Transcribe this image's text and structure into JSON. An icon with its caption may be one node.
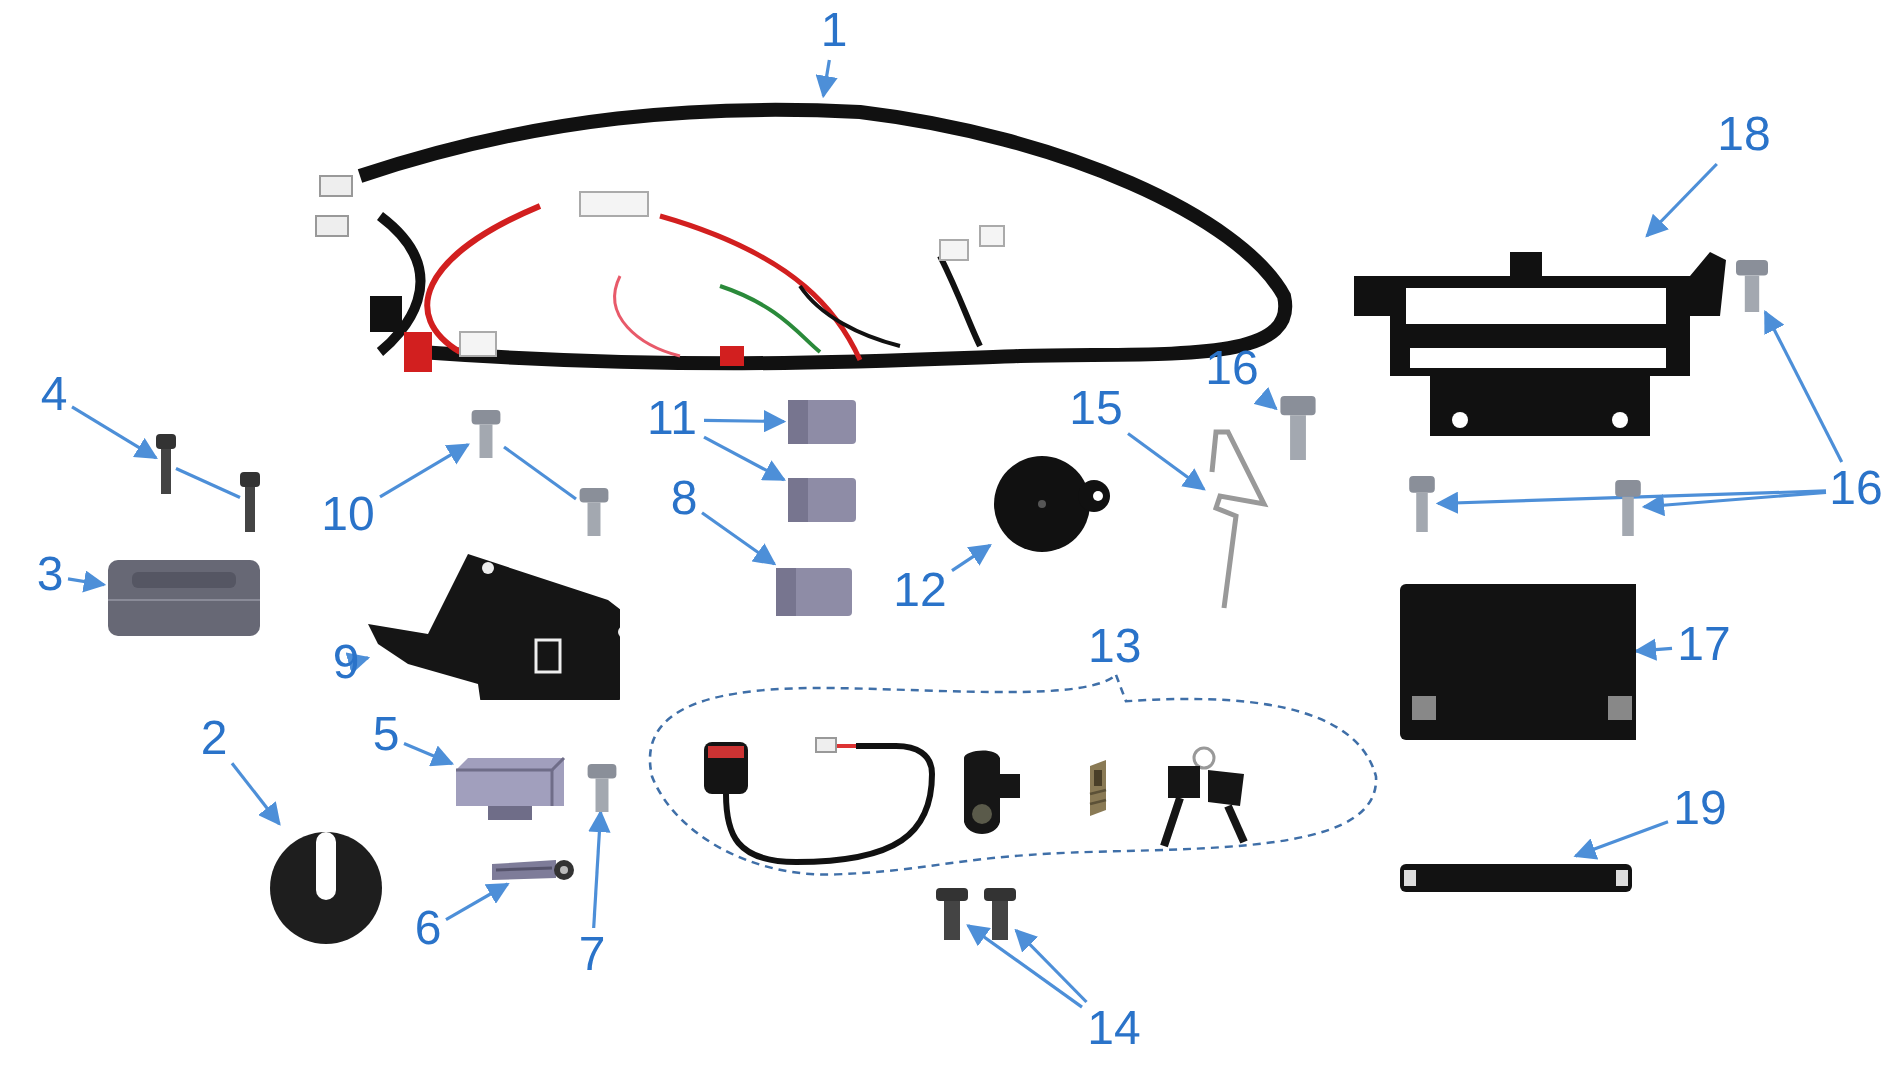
{
  "diagram": {
    "nodes": [
      {
        "text": [
          "1"
        ]
      },
      {
        "text": [],
        "shape": "picture"
      },
      {
        "text": [
          "18"
        ]
      },
      {
        "text": [],
        "shape": "picture"
      },
      {
        "text": [
          "16"
        ]
      },
      {
        "text": [],
        "shape": "picture"
      },
      {
        "text": [],
        "shape": "picture"
      },
      {
        "text": [],
        "shape": "picture"
      },
      {
        "text": [
          "16"
        ]
      },
      {
        "text": [],
        "shape": "picture"
      },
      {
        "text": [
          "15"
        ]
      },
      {
        "text": [],
        "shape": "picture"
      },
      {
        "text": [
          "4"
        ]
      },
      {
        "text": [],
        "shape": "picture"
      },
      {
        "text": [],
        "shape": "picture"
      },
      {
        "text": [
          "3"
        ]
      },
      {
        "text": [],
        "shape": "picture"
      },
      {
        "text": [
          "10"
        ]
      },
      {
        "text": [],
        "shape": "picture"
      },
      {
        "text": [],
        "shape": "picture"
      },
      {
        "text": [
          "11"
        ]
      },
      {
        "text": [],
        "shape": "picture"
      },
      {
        "text": [],
        "shape": "picture"
      },
      {
        "text": [
          "8"
        ]
      },
      {
        "text": [],
        "shape": "picture"
      },
      {
        "text": [
          "9"
        ]
      },
      {
        "text": [],
        "shape": "picture"
      },
      {
        "text": [
          "12"
        ]
      },
      {
        "text": [],
        "shape": "picture"
      },
      {
        "text": [
          "13"
        ]
      },
      {
        "text": [
          "14"
        ]
      },
      {
        "text": [],
        "shape": "picture"
      },
      {
        "text": [],
        "shape": "picture"
      },
      {
        "text": [
          "17"
        ]
      },
      {
        "text": [],
        "shape": "picture"
      },
      {
        "text": [
          "2"
        ]
      },
      {
        "text": [],
        "shape": "picture"
      },
      {
        "text": [
          "5"
        ]
      },
      {
        "text": [],
        "shape": "picture"
      },
      {
        "text": [
          "6"
        ]
      },
      {
        "text": [],
        "shape": "picture"
      },
      {
        "text": [
          "7"
        ]
      },
      {
        "text": [],
        "shape": "picture"
      },
      {
        "text": [
          "19"
        ]
      },
      {
        "text": [],
        "shape": "picture"
      },
      {
        "text": [],
        "shape": "picture",
        "in": 29
      },
      {
        "text": [],
        "shape": "picture",
        "in": 29
      },
      {
        "text": [],
        "shape": "picture",
        "in": 29
      },
      {
        "text": [],
        "shape": "picture",
        "in": 29
      }
    ],
    "edges": [
      {
        "from": 0,
        "to": 1,
        "arrow": "to"
      },
      {
        "from": 2,
        "to": 3,
        "arrow": "to"
      },
      {
        "from": 4,
        "to": 5,
        "arrow": "to"
      },
      {
        "from": 4,
        "to": 6,
        "arrow": "to"
      },
      {
        "from": 4,
        "to": 7,
        "arrow": "to"
      },
      {
        "from": 8,
        "to": 9,
        "arrow": "to"
      },
      {
        "from": 10,
        "to": 11,
        "arrow": "to"
      },
      {
        "from": 12,
        "to": 13,
        "arrow": "to"
      },
      {
        "from": 13,
        "to": 14,
        "arrow": "none"
      },
      {
        "from": 15,
        "to": 16,
        "arrow": "to"
      },
      {
        "from": 17,
        "to": 18,
        "arrow": "to"
      },
      {
        "from": 18,
        "to": 19,
        "arrow": "none"
      },
      {
        "from": 20,
        "to": 21,
        "arrow": "to"
      },
      {
        "from": 20,
        "to": 22,
        "arrow": "to"
      },
      {
        "from": 23,
        "to": 24,
        "arrow": "to"
      },
      {
        "from": 25,
        "to": 26,
        "arrow": "to"
      },
      {
        "from": 27,
        "to": 28,
        "arrow": "to"
      },
      {
        "from": 30,
        "to": 31,
        "arrow": "to"
      },
      {
        "from": 30,
        "to": 32,
        "arrow": "to"
      },
      {
        "from": 33,
        "to": 34,
        "arrow": "to"
      },
      {
        "from": 35,
        "to": 36,
        "arrow": "to"
      },
      {
        "from": 37,
        "to": 38,
        "arrow": "to"
      },
      {
        "from": 39,
        "to": 40,
        "arrow": "to"
      },
      {
        "from": 41,
        "to": 42,
        "arrow": "to"
      },
      {
        "from": 43,
        "to": 44,
        "arrow": "to"
      }
    ]
  }
}
